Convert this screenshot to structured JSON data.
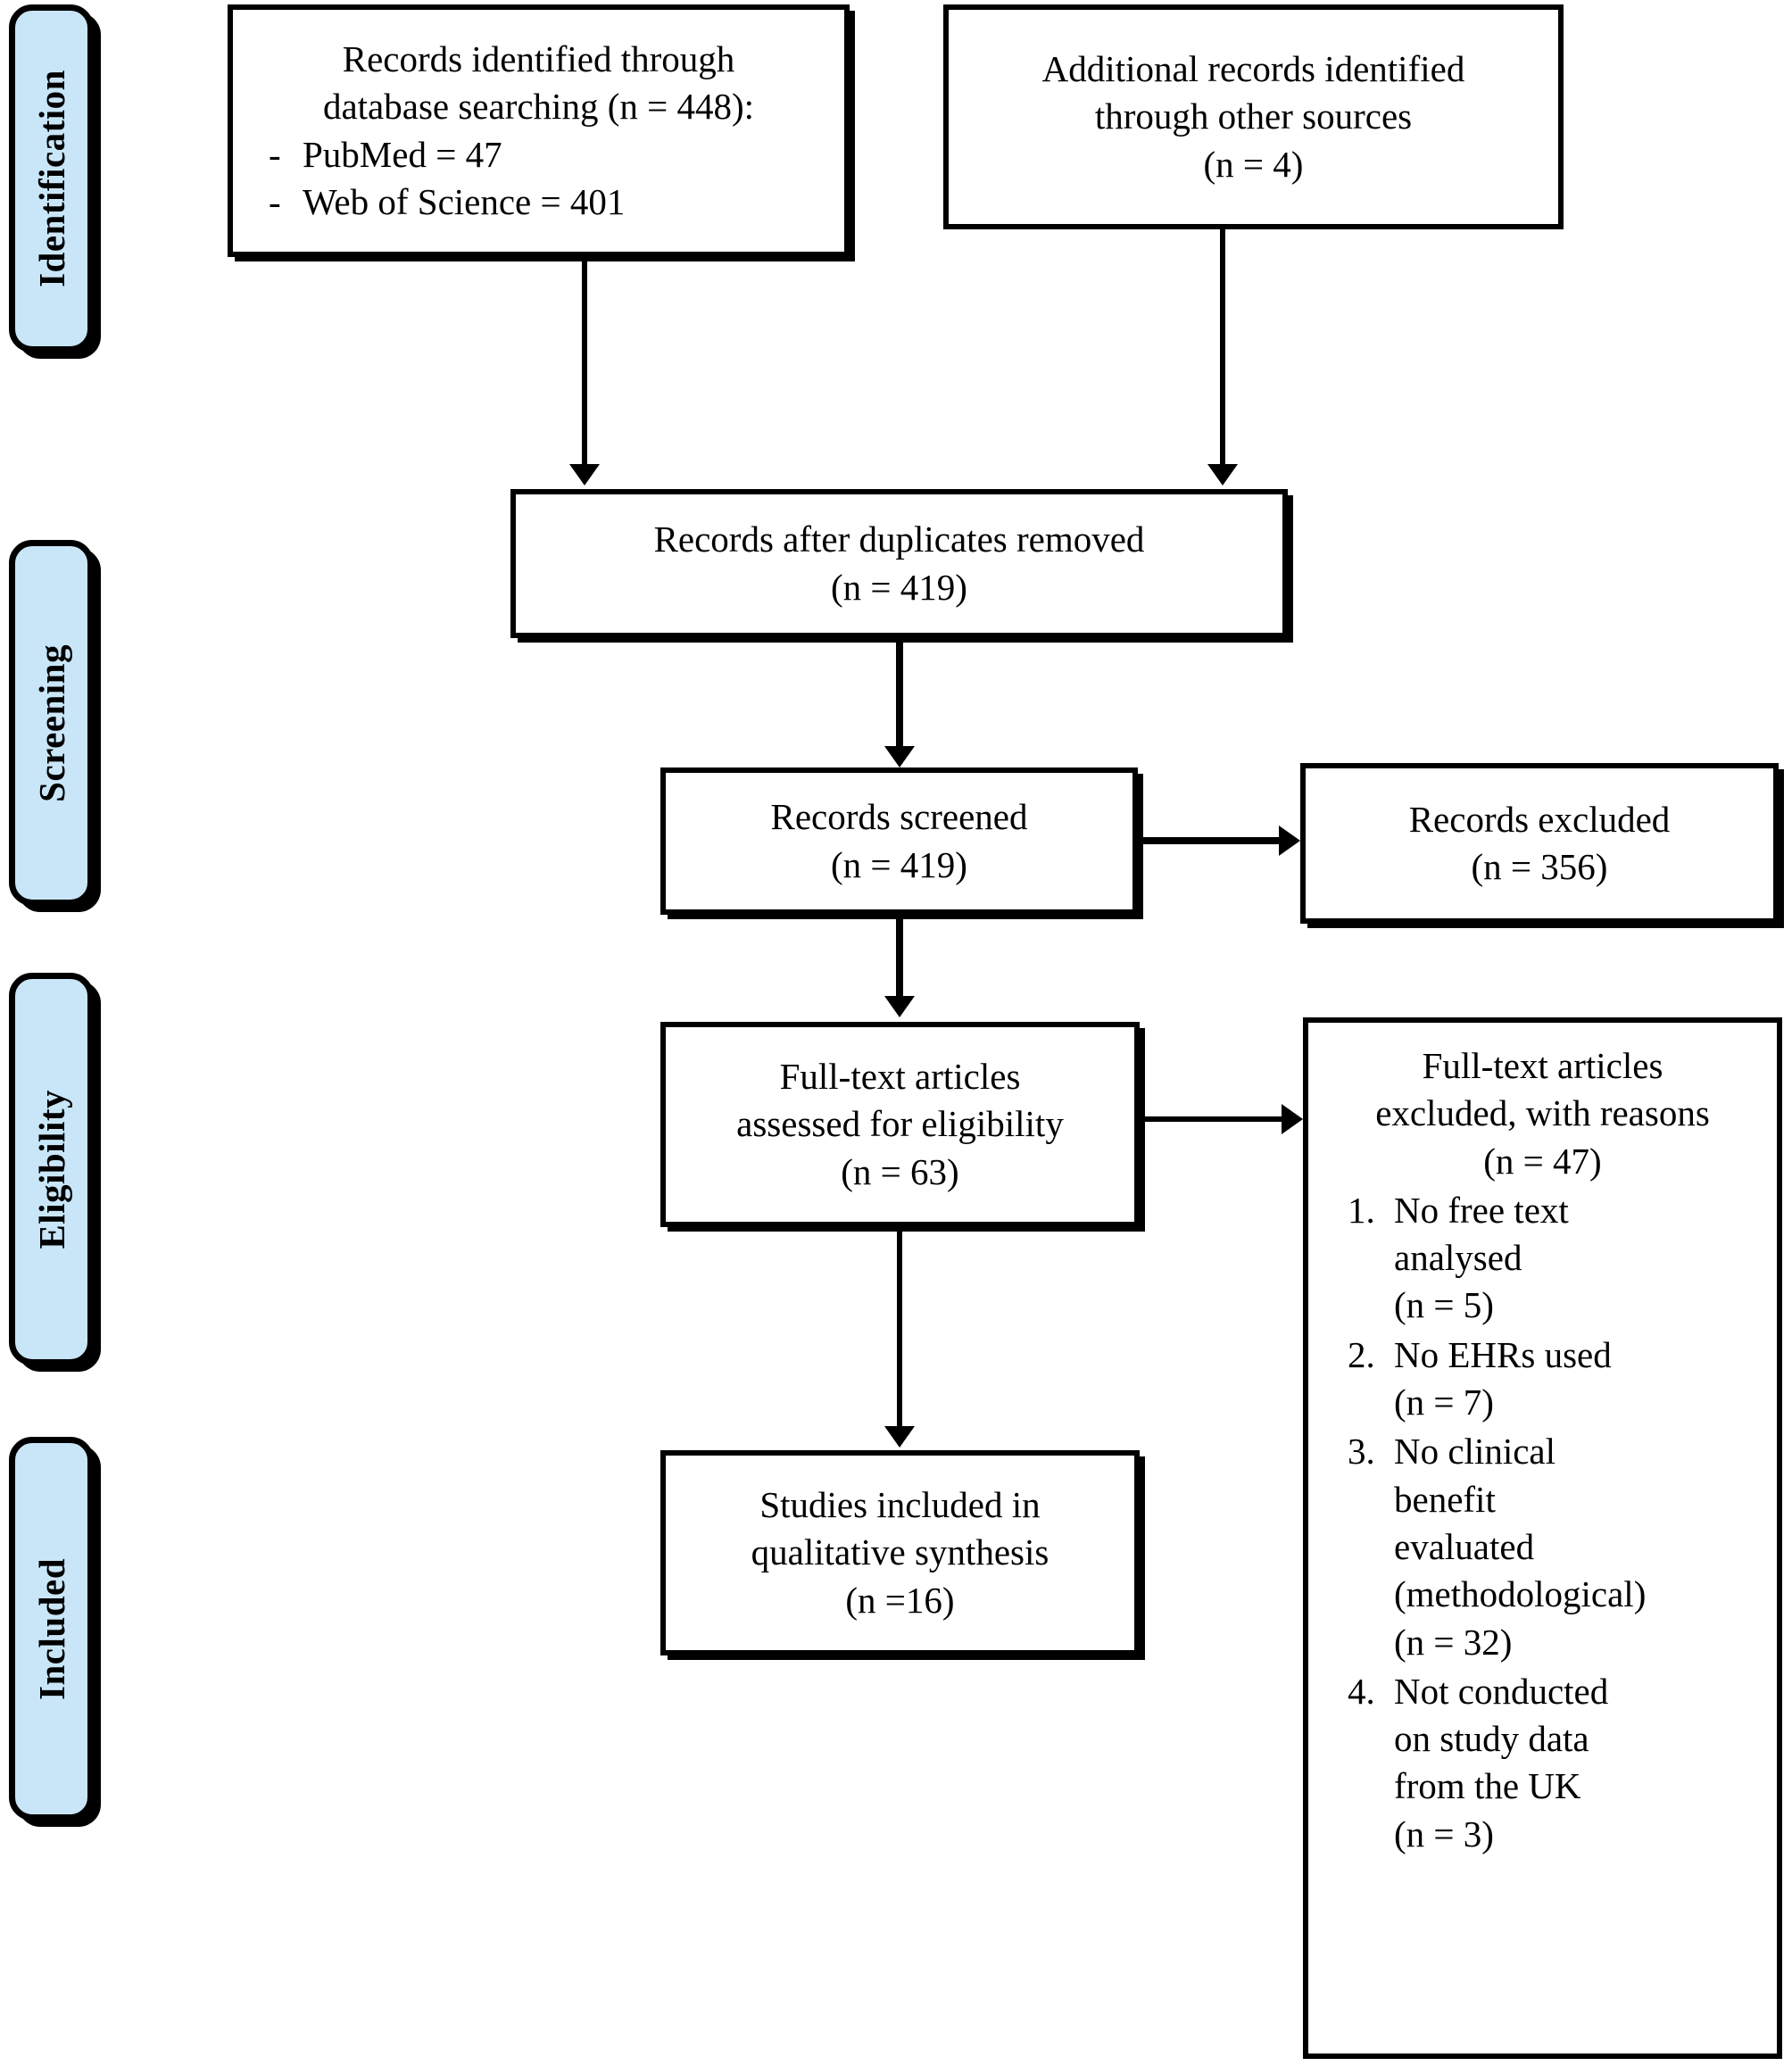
{
  "diagram": {
    "title": "PRISMA flow diagram",
    "accent_color": "#c9e6f8",
    "line_color": "#000000",
    "background": "#ffffff"
  },
  "stages": [
    {
      "id": "identification",
      "label": "Identification"
    },
    {
      "id": "screening",
      "label": "Screening"
    },
    {
      "id": "eligibility",
      "label": "Eligibility"
    },
    {
      "id": "included",
      "label": "Included"
    }
  ],
  "boxes": {
    "records_identified": {
      "line1": "Records identified through",
      "line2": "database searching (n = 448):",
      "sources": [
        {
          "dash": "-",
          "text": "PubMed = 47"
        },
        {
          "dash": "-",
          "text": "Web of Science = 401"
        }
      ]
    },
    "additional_records": {
      "line1": "Additional records identified",
      "line2": "through other sources",
      "line3": "(n = 4)"
    },
    "after_duplicates": {
      "line1": "Records after duplicates removed",
      "line2": "(n = 419)"
    },
    "records_screened": {
      "line1": "Records screened",
      "line2": "(n = 419)"
    },
    "records_excluded": {
      "line1": "Records excluded",
      "line2": "(n = 356)"
    },
    "fulltext_assessed": {
      "line1": "Full-text articles",
      "line2": "assessed for eligibility",
      "line3": "(n = 63)"
    },
    "fulltext_excluded": {
      "line1": "Full-text articles",
      "line2": "excluded, with reasons",
      "line3": "(n = 47)",
      "reasons": [
        {
          "num": "1.",
          "lines": [
            "No free text",
            "analysed",
            "(n = 5)"
          ]
        },
        {
          "num": "2.",
          "lines": [
            "No EHRs used",
            "(n = 7)"
          ]
        },
        {
          "num": "3.",
          "lines": [
            "No clinical",
            "benefit",
            "evaluated",
            "(methodological)",
            "(n = 32)"
          ]
        },
        {
          "num": "4.",
          "lines": [
            "Not conducted",
            "on study data",
            "from the UK",
            "(n = 3)"
          ]
        }
      ]
    },
    "studies_included": {
      "line1": "Studies included in",
      "line2": "qualitative synthesis",
      "line3": "(n =16)"
    }
  }
}
